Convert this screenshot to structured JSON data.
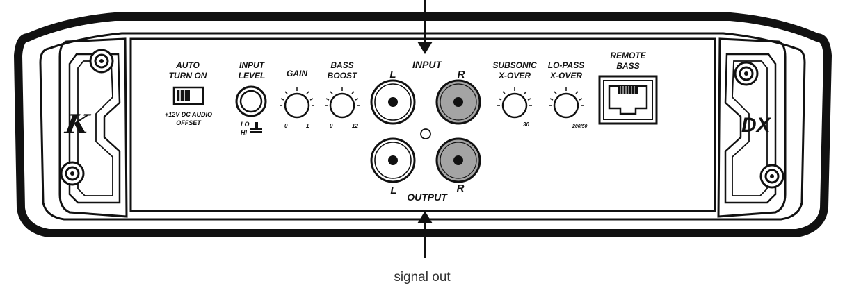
{
  "labels": {
    "auto_turn_on_line1": "AUTO",
    "auto_turn_on_line2": "TURN ON",
    "offset_line1": "+12V DC AUDIO",
    "offset_line2": "OFFSET",
    "input_level_line1": "INPUT",
    "input_level_line2": "LEVEL",
    "lo": "LO",
    "hi": "HI",
    "gain": "GAIN",
    "gain_min": "0",
    "gain_max": "1",
    "bass_boost_line1": "BASS",
    "bass_boost_line2": "BOOST",
    "bass_min": "0",
    "bass_max": "12",
    "input": "INPUT",
    "output": "OUTPUT",
    "left_top": "L",
    "right_top": "R",
    "left_bottom": "L",
    "right_bottom": "R",
    "subsonic_line1": "SUBSONIC",
    "subsonic_line2": "X-OVER",
    "subsonic_max": "30",
    "lopass_line1": "LO-PASS",
    "lopass_line2": "X-OVER",
    "lopass_max": "200/50",
    "remote_bass_line1": "REMOTE",
    "remote_bass_line2": "BASS",
    "logo_left": "K",
    "logo_right": "DX",
    "signal_out": "signal out"
  },
  "icons": {
    "toggle_switch": "slide-switch-icon",
    "input_level_jack": "round-button-icon",
    "knobs": "rotary-knob-icon",
    "rca": "rca-jack-icon",
    "led": "led-icon",
    "rj45": "rj45-port-icon",
    "screws": "screw-icon",
    "arrows": "arrow-icon"
  },
  "colors": {
    "outline": "#111111",
    "panel_fill": "#ffffff",
    "rca_gray": "#a4a4a4",
    "caption": "#333333"
  }
}
